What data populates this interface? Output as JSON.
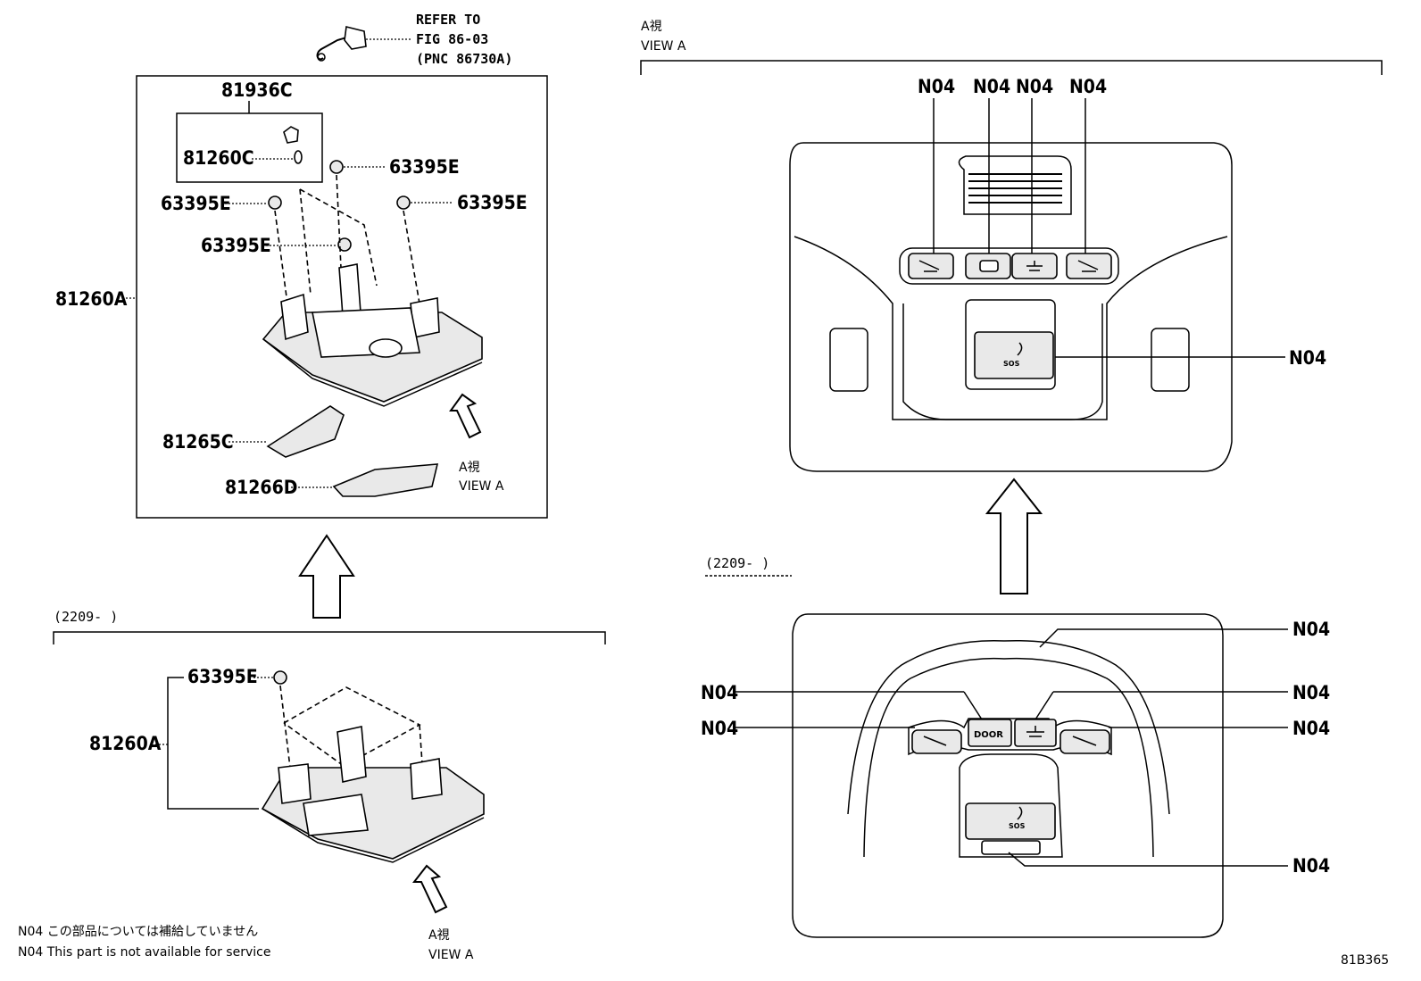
{
  "refer_note": {
    "line1": "REFER TO",
    "line2": "FIG 86-03",
    "line3": "(PNC 86730A)"
  },
  "parts": {
    "p81936C": "81936C",
    "p81260C": "81260C",
    "p63395E": "63395E",
    "p81260A": "81260A",
    "p81265C": "81265C",
    "p81266D": "81266D",
    "pN04": "N04"
  },
  "view": {
    "jp": "A視",
    "en": "VIEW A"
  },
  "range": "(2209-      )",
  "buttons": {
    "door": "DOOR",
    "sos": "SOS"
  },
  "legend": {
    "jp": "N04 この部品については補給していません",
    "en": "N04 This part is not available for service"
  },
  "figure_id": "81B365"
}
